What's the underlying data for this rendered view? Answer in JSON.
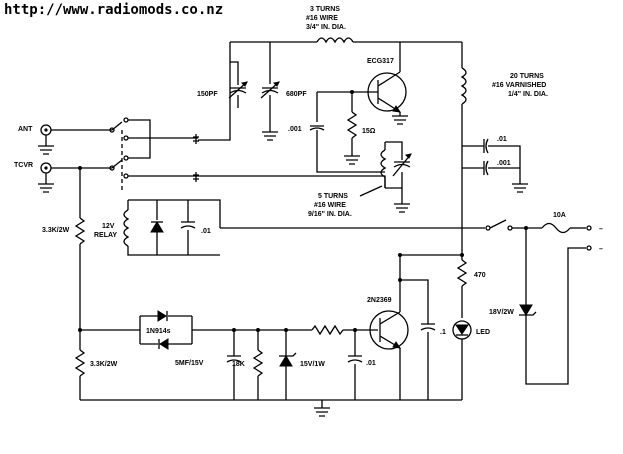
{
  "website": "http://www.radiomods.co.nz",
  "labels": {
    "coil_top_1": "3 TURNS",
    "coil_top_2": "#16 WIRE",
    "coil_top_3": "3/4\" IN. DIA.",
    "coil_right_1": "20 TURNS",
    "coil_right_2": "#16 VARNISHED",
    "coil_right_3": "1/4\" IN. DIA.",
    "coil_mid_1": "5 TURNS",
    "coil_mid_2": "#16 WIRE",
    "coil_mid_3": "9/16\" IN. DIA.",
    "transistor_top": "ECG317",
    "transistor_bottom": "2N2369",
    "cap_150": "150PF",
    "cap_680": "680PF",
    "cap_001_a": ".001",
    "res_15": "15Ω",
    "cap_01_r": ".01",
    "cap_001_r": ".001",
    "ant": "ANT",
    "tcvr": "TCVR",
    "relay_1": "12V",
    "relay_2": "RELAY",
    "cap_01_relay": ".01",
    "res_33k_top": "3.3K/2W",
    "res_33k_bot": "3.3K/2W",
    "diodes": "1N914s",
    "cap_5mf": "5MF/15V",
    "res_18k": "18K",
    "zener_15": "15V/1W",
    "cap_01_bottom": ".01",
    "cap_1": ".1",
    "res_470": "470",
    "led": "LED",
    "zener_18": "18V/2W",
    "fuse": "10A",
    "terminal_neg": "–",
    "terminal_pos": "+"
  }
}
